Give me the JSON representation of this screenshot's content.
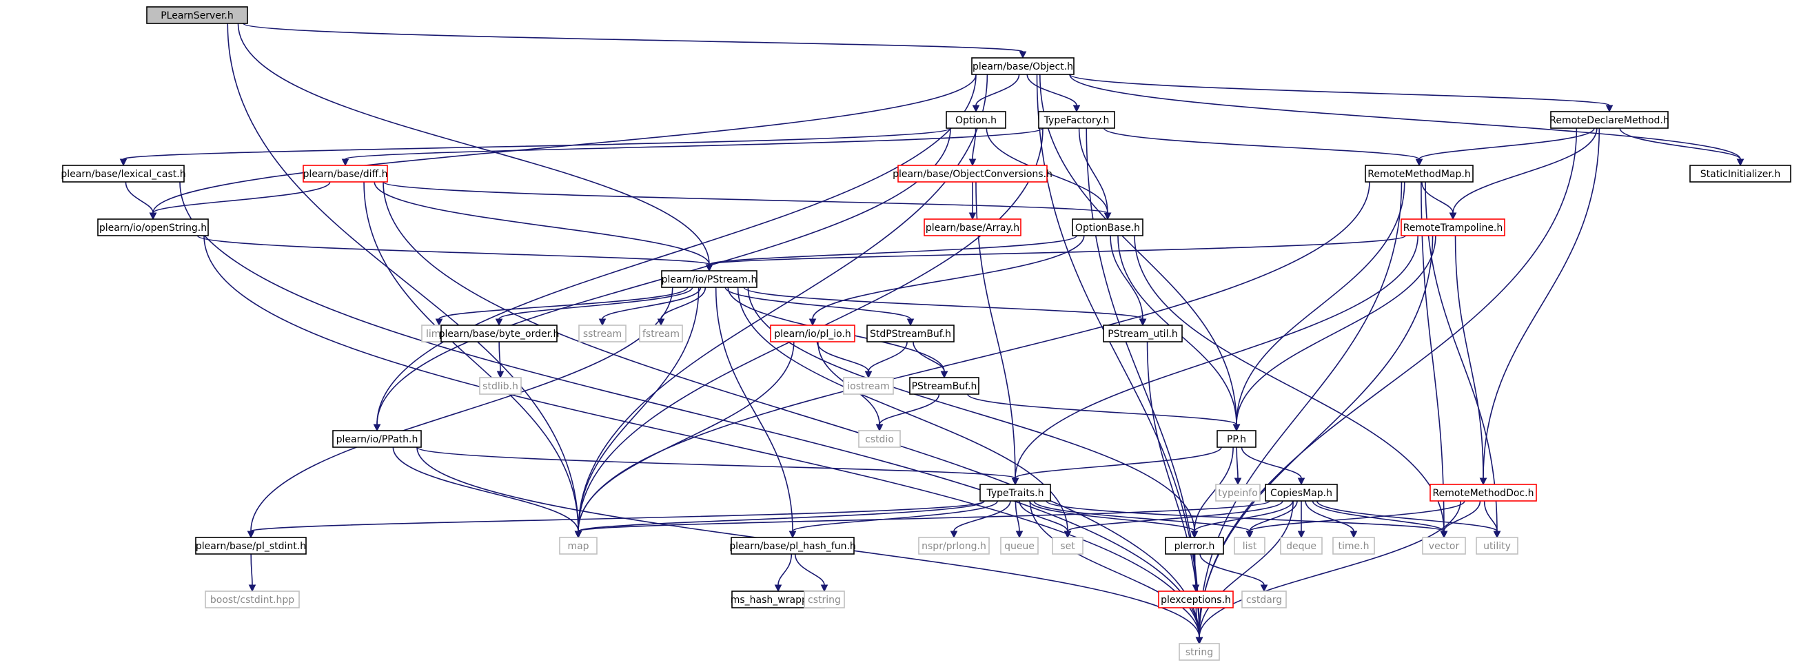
{
  "graph": {
    "root": "PLearnServer.h",
    "nodes": [
      {
        "id": "PLearnServer.h",
        "label": "PLearnServer.h",
        "style": "root"
      },
      {
        "id": "Object.h",
        "label": "plearn/base/Object.h",
        "style": "normal"
      },
      {
        "id": "Option.h",
        "label": "Option.h",
        "style": "normal"
      },
      {
        "id": "TypeFactory.h",
        "label": "TypeFactory.h",
        "style": "normal"
      },
      {
        "id": "RemoteDeclareMethod.h",
        "label": "RemoteDeclareMethod.h",
        "style": "normal"
      },
      {
        "id": "lexical_cast.h",
        "label": "plearn/base/lexical_cast.h",
        "style": "normal"
      },
      {
        "id": "diff.h",
        "label": "plearn/base/diff.h",
        "style": "truncated"
      },
      {
        "id": "ObjectConversions.h",
        "label": "plearn/base/ObjectConversions.h",
        "style": "truncated"
      },
      {
        "id": "RemoteMethodMap.h",
        "label": "RemoteMethodMap.h",
        "style": "normal"
      },
      {
        "id": "StaticInitializer.h",
        "label": "StaticInitializer.h",
        "style": "normal"
      },
      {
        "id": "openString.h",
        "label": "plearn/io/openString.h",
        "style": "normal"
      },
      {
        "id": "Array.h",
        "label": "plearn/base/Array.h",
        "style": "truncated"
      },
      {
        "id": "OptionBase.h",
        "label": "OptionBase.h",
        "style": "normal"
      },
      {
        "id": "RemoteTrampoline.h",
        "label": "RemoteTrampoline.h",
        "style": "truncated"
      },
      {
        "id": "PStream.h",
        "label": "plearn/io/PStream.h",
        "style": "normal"
      },
      {
        "id": "limits",
        "label": "limits",
        "style": "system"
      },
      {
        "id": "byte_order.h",
        "label": "plearn/base/byte_order.h",
        "style": "normal"
      },
      {
        "id": "sstream",
        "label": "sstream",
        "style": "system"
      },
      {
        "id": "fstream",
        "label": "fstream",
        "style": "system"
      },
      {
        "id": "pl_io.h",
        "label": "plearn/io/pl_io.h",
        "style": "truncated"
      },
      {
        "id": "StdPStreamBuf.h",
        "label": "StdPStreamBuf.h",
        "style": "normal"
      },
      {
        "id": "PStream_util.h",
        "label": "PStream_util.h",
        "style": "normal"
      },
      {
        "id": "stdlib.h",
        "label": "stdlib.h",
        "style": "system"
      },
      {
        "id": "iostream",
        "label": "iostream",
        "style": "system"
      },
      {
        "id": "PStreamBuf.h",
        "label": "PStreamBuf.h",
        "style": "normal"
      },
      {
        "id": "cstdio",
        "label": "cstdio",
        "style": "system"
      },
      {
        "id": "PPath.h",
        "label": "plearn/io/PPath.h",
        "style": "normal"
      },
      {
        "id": "PP.h",
        "label": "PP.h",
        "style": "normal"
      },
      {
        "id": "TypeTraits.h",
        "label": "TypeTraits.h",
        "style": "normal"
      },
      {
        "id": "typeinfo",
        "label": "typeinfo",
        "style": "system"
      },
      {
        "id": "CopiesMap.h",
        "label": "CopiesMap.h",
        "style": "normal"
      },
      {
        "id": "RemoteMethodDoc.h",
        "label": "RemoteMethodDoc.h",
        "style": "truncated"
      },
      {
        "id": "pl_stdint.h",
        "label": "plearn/base/pl_stdint.h",
        "style": "normal"
      },
      {
        "id": "map",
        "label": "map",
        "style": "system"
      },
      {
        "id": "pl_hash_fun.h",
        "label": "plearn/base/pl_hash_fun.h",
        "style": "normal"
      },
      {
        "id": "nspr/prlong.h",
        "label": "nspr/prlong.h",
        "style": "system"
      },
      {
        "id": "queue",
        "label": "queue",
        "style": "system"
      },
      {
        "id": "set",
        "label": "set",
        "style": "system"
      },
      {
        "id": "plerror.h",
        "label": "plerror.h",
        "style": "normal"
      },
      {
        "id": "list",
        "label": "list",
        "style": "system"
      },
      {
        "id": "deque",
        "label": "deque",
        "style": "system"
      },
      {
        "id": "time.h",
        "label": "time.h",
        "style": "system"
      },
      {
        "id": "vector",
        "label": "vector",
        "style": "system"
      },
      {
        "id": "utility",
        "label": "utility",
        "style": "system"
      },
      {
        "id": "boost/cstdint.hpp",
        "label": "boost/cstdint.hpp",
        "style": "system"
      },
      {
        "id": "ms_hash_wrapper.h",
        "label": "ms_hash_wrapper.h",
        "style": "normal"
      },
      {
        "id": "cstring",
        "label": "cstring",
        "style": "system"
      },
      {
        "id": "plexceptions.h",
        "label": "plexceptions.h",
        "style": "truncated"
      },
      {
        "id": "cstdarg",
        "label": "cstdarg",
        "style": "system"
      },
      {
        "id": "string",
        "label": "string",
        "style": "system"
      }
    ],
    "edges": [
      [
        "PLearnServer.h",
        "Object.h"
      ],
      [
        "PLearnServer.h",
        "map"
      ],
      [
        "PLearnServer.h",
        "PStream.h"
      ],
      [
        "Object.h",
        "Option.h"
      ],
      [
        "Object.h",
        "TypeFactory.h"
      ],
      [
        "Object.h",
        "RemoteDeclareMethod.h"
      ],
      [
        "Object.h",
        "StaticInitializer.h"
      ],
      [
        "Object.h",
        "openString.h"
      ],
      [
        "Object.h",
        "PPath.h"
      ],
      [
        "Object.h",
        "map"
      ],
      [
        "Object.h",
        "PP.h"
      ],
      [
        "Object.h",
        "string"
      ],
      [
        "Option.h",
        "OptionBase.h"
      ],
      [
        "Option.h",
        "ObjectConversions.h"
      ],
      [
        "Option.h",
        "lexical_cast.h"
      ],
      [
        "Option.h",
        "PPath.h"
      ],
      [
        "TypeFactory.h",
        "OptionBase.h"
      ],
      [
        "TypeFactory.h",
        "RemoteMethodMap.h"
      ],
      [
        "TypeFactory.h",
        "diff.h"
      ],
      [
        "TypeFactory.h",
        "map"
      ],
      [
        "TypeFactory.h",
        "string"
      ],
      [
        "RemoteDeclareMethod.h",
        "RemoteMethodMap.h"
      ],
      [
        "RemoteDeclareMethod.h",
        "RemoteTrampoline.h"
      ],
      [
        "RemoteDeclareMethod.h",
        "RemoteMethodDoc.h"
      ],
      [
        "RemoteDeclareMethod.h",
        "StaticInitializer.h"
      ],
      [
        "RemoteDeclareMethod.h",
        "string"
      ],
      [
        "lexical_cast.h",
        "openString.h"
      ],
      [
        "lexical_cast.h",
        "string"
      ],
      [
        "diff.h",
        "openString.h"
      ],
      [
        "diff.h",
        "OptionBase.h"
      ],
      [
        "diff.h",
        "PStream.h"
      ],
      [
        "diff.h",
        "map"
      ],
      [
        "diff.h",
        "string"
      ],
      [
        "ObjectConversions.h",
        "Array.h"
      ],
      [
        "ObjectConversions.h",
        "TypeTraits.h"
      ],
      [
        "RemoteMethodMap.h",
        "RemoteTrampoline.h"
      ],
      [
        "RemoteMethodMap.h",
        "PP.h"
      ],
      [
        "RemoteMethodMap.h",
        "map"
      ],
      [
        "RemoteMethodMap.h",
        "vector"
      ],
      [
        "RemoteMethodMap.h",
        "utility"
      ],
      [
        "RemoteMethodMap.h",
        "string"
      ],
      [
        "openString.h",
        "PStream.h"
      ],
      [
        "openString.h",
        "string"
      ],
      [
        "OptionBase.h",
        "PStream.h"
      ],
      [
        "OptionBase.h",
        "pl_io.h"
      ],
      [
        "OptionBase.h",
        "PStream_util.h"
      ],
      [
        "OptionBase.h",
        "PP.h"
      ],
      [
        "OptionBase.h",
        "vector"
      ],
      [
        "RemoteTrampoline.h",
        "PStream.h"
      ],
      [
        "RemoteTrampoline.h",
        "PP.h"
      ],
      [
        "RemoteTrampoline.h",
        "TypeTraits.h"
      ],
      [
        "RemoteTrampoline.h",
        "RemoteMethodDoc.h"
      ],
      [
        "RemoteTrampoline.h",
        "string"
      ],
      [
        "PStream.h",
        "limits"
      ],
      [
        "PStream.h",
        "byte_order.h"
      ],
      [
        "PStream.h",
        "sstream"
      ],
      [
        "PStream.h",
        "fstream"
      ],
      [
        "PStream.h",
        "StdPStreamBuf.h"
      ],
      [
        "PStream.h",
        "PStream_util.h"
      ],
      [
        "PStream.h",
        "PStreamBuf.h"
      ],
      [
        "PStream.h",
        "pl_stdint.h"
      ],
      [
        "PStream.h",
        "map"
      ],
      [
        "PStream.h",
        "pl_hash_fun.h"
      ],
      [
        "PStream.h",
        "set"
      ],
      [
        "PStream.h",
        "plerror.h"
      ],
      [
        "byte_order.h",
        "stdlib.h"
      ],
      [
        "pl_io.h",
        "iostream"
      ],
      [
        "pl_io.h",
        "cstdio"
      ],
      [
        "pl_io.h",
        "map"
      ],
      [
        "StdPStreamBuf.h",
        "iostream"
      ],
      [
        "StdPStreamBuf.h",
        "PStreamBuf.h"
      ],
      [
        "PStream_util.h",
        "string"
      ],
      [
        "PStreamBuf.h",
        "cstdio"
      ],
      [
        "PStreamBuf.h",
        "PP.h"
      ],
      [
        "PPath.h",
        "TypeTraits.h"
      ],
      [
        "PPath.h",
        "map"
      ],
      [
        "PPath.h",
        "string"
      ],
      [
        "PP.h",
        "TypeTraits.h"
      ],
      [
        "PP.h",
        "typeinfo"
      ],
      [
        "PP.h",
        "CopiesMap.h"
      ],
      [
        "PP.h",
        "plerror.h"
      ],
      [
        "TypeTraits.h",
        "pl_stdint.h"
      ],
      [
        "TypeTraits.h",
        "map"
      ],
      [
        "TypeTraits.h",
        "pl_hash_fun.h"
      ],
      [
        "TypeTraits.h",
        "nspr/prlong.h"
      ],
      [
        "TypeTraits.h",
        "queue"
      ],
      [
        "TypeTraits.h",
        "set"
      ],
      [
        "TypeTraits.h",
        "plerror.h"
      ],
      [
        "TypeTraits.h",
        "list"
      ],
      [
        "TypeTraits.h",
        "vector"
      ],
      [
        "TypeTraits.h",
        "string"
      ],
      [
        "CopiesMap.h",
        "map"
      ],
      [
        "CopiesMap.h",
        "set"
      ],
      [
        "CopiesMap.h",
        "plerror.h"
      ],
      [
        "CopiesMap.h",
        "list"
      ],
      [
        "CopiesMap.h",
        "deque"
      ],
      [
        "CopiesMap.h",
        "time.h"
      ],
      [
        "CopiesMap.h",
        "vector"
      ],
      [
        "CopiesMap.h",
        "utility"
      ],
      [
        "CopiesMap.h",
        "string"
      ],
      [
        "RemoteMethodDoc.h",
        "list"
      ],
      [
        "RemoteMethodDoc.h",
        "vector"
      ],
      [
        "RemoteMethodDoc.h",
        "utility"
      ],
      [
        "RemoteMethodDoc.h",
        "string"
      ],
      [
        "pl_stdint.h",
        "boost/cstdint.hpp"
      ],
      [
        "pl_hash_fun.h",
        "ms_hash_wrapper.h"
      ],
      [
        "pl_hash_fun.h",
        "cstring"
      ],
      [
        "plerror.h",
        "plexceptions.h"
      ],
      [
        "plerror.h",
        "cstdarg"
      ],
      [
        "plerror.h",
        "string"
      ],
      [
        "plexceptions.h",
        "string"
      ]
    ]
  },
  "colors": {
    "edge": "#191970",
    "root_fill": "#bfbfbf",
    "normal_border": "#000000",
    "truncated_border": "#ff0000",
    "system_border": "#bfbfbf",
    "system_text": "#8a8a8a"
  }
}
